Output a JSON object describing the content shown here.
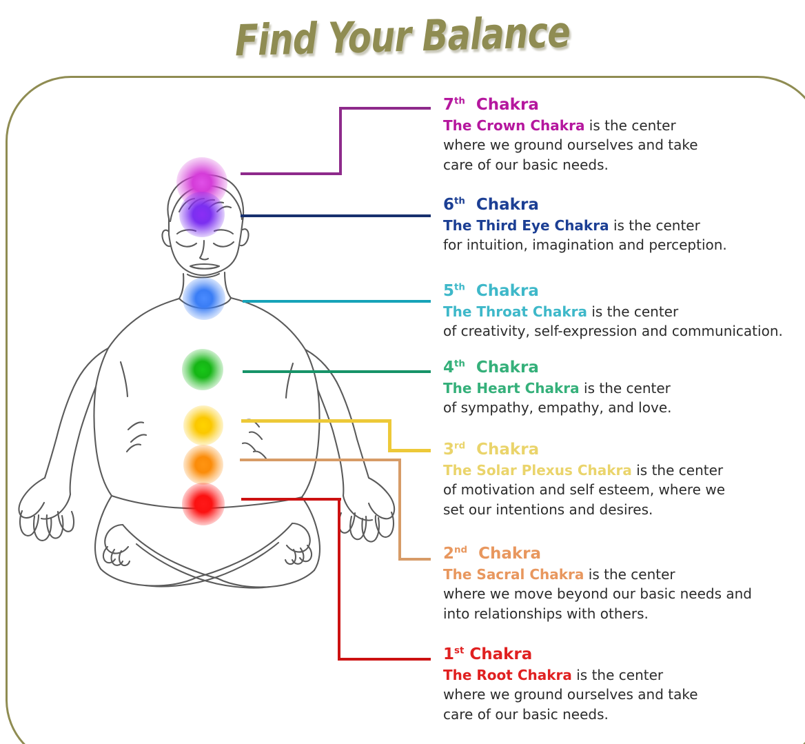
{
  "poster": {
    "title": "Find Your Balance",
    "title_color": "#8f8c52",
    "frame_color": "#8f8c52",
    "background": "#ffffff",
    "body_text_color": "#2b2b2b"
  },
  "figure": {
    "name": "meditating-person-lotus-pose",
    "description": "Line drawing of a seated man in lotus position with eyes closed and hands resting on knees"
  },
  "chakras": [
    {
      "index": 7,
      "ordinal": "7",
      "suffix": "th",
      "heading_word": "Chakra",
      "heading": "7th  Chakra",
      "name": "The Crown Chakra",
      "lead": "The Crown Chakra",
      "rest": " is the center",
      "lines": [
        "where we ground ourselves and take",
        "care of our basic needs."
      ],
      "color": "#b5179e",
      "line_color": "#8e2a8b",
      "orb_color": "#d43cd8",
      "orb_name": "crown-chakra-orb"
    },
    {
      "index": 6,
      "ordinal": "6",
      "suffix": "th",
      "heading_word": "Chakra",
      "heading": "6th  Chakra",
      "name": "The Third Eye Chakra",
      "lead": "The Third Eye Chakra",
      "rest": " is the center",
      "lines": [
        "for intuition, imagination and perception."
      ],
      "color": "#1c3f94",
      "line_color": "#17306e",
      "orb_color": "#7b2ff0",
      "orb_name": "third-eye-chakra-orb"
    },
    {
      "index": 5,
      "ordinal": "5",
      "suffix": "th",
      "heading_word": "Chakra",
      "heading": "5th  Chakra",
      "name": "The Throat Chakra",
      "lead": "The Throat Chakra",
      "rest": " is the center",
      "lines": [
        "of creativity, self-expression and communication."
      ],
      "color": "#3eb8c9",
      "line_color": "#17a3b8",
      "orb_color": "#3a7df5",
      "orb_name": "throat-chakra-orb"
    },
    {
      "index": 4,
      "ordinal": "4",
      "suffix": "th",
      "heading_word": "Chakra",
      "heading": "4th  Chakra",
      "name": "The Heart Chakra",
      "lead": "The Heart Chakra",
      "rest": " is the center",
      "lines": [
        "of sympathy, empathy, and love."
      ],
      "color": "#35b07a",
      "line_color": "#179368",
      "orb_color": "#15b515",
      "orb_name": "heart-chakra-orb"
    },
    {
      "index": 3,
      "ordinal": "3",
      "suffix": "rd",
      "heading_word": "Chakra",
      "heading": "3rd  Chakra",
      "name": "The Solar Plexus Chakra",
      "lead": "The Solar Plexus Chakra",
      "rest": " is the center",
      "lines": [
        "of motivation and self esteem,  where we",
        "set our intentions and desires."
      ],
      "color": "#ead46b",
      "line_color": "#edc938",
      "orb_color": "#fbc800",
      "orb_name": "solar-plexus-chakra-orb"
    },
    {
      "index": 2,
      "ordinal": "2",
      "suffix": "nd",
      "heading_word": "Chakra",
      "heading": "2nd  Chakra",
      "name": "The Sacral Chakra",
      "lead": "The Sacral Chakra",
      "rest": " is the center",
      "lines": [
        "where we move beyond our basic needs and",
        "into relationships with others."
      ],
      "color": "#e8975e",
      "line_color": "#d79b67",
      "orb_color": "#fb8c09",
      "orb_name": "sacral-chakra-orb"
    },
    {
      "index": 1,
      "ordinal": "1",
      "suffix": "st",
      "heading_word": "Chakra",
      "heading": "1st Chakra",
      "name": "The Root Chakra",
      "lead": "The Root Chakra",
      "rest": " is the center",
      "lines": [
        "where we ground ourselves  and take",
        "care of our basic needs."
      ],
      "color": "#e02020",
      "line_color": "#cc1111",
      "orb_color": "#fb1111",
      "orb_name": "root-chakra-orb"
    }
  ]
}
